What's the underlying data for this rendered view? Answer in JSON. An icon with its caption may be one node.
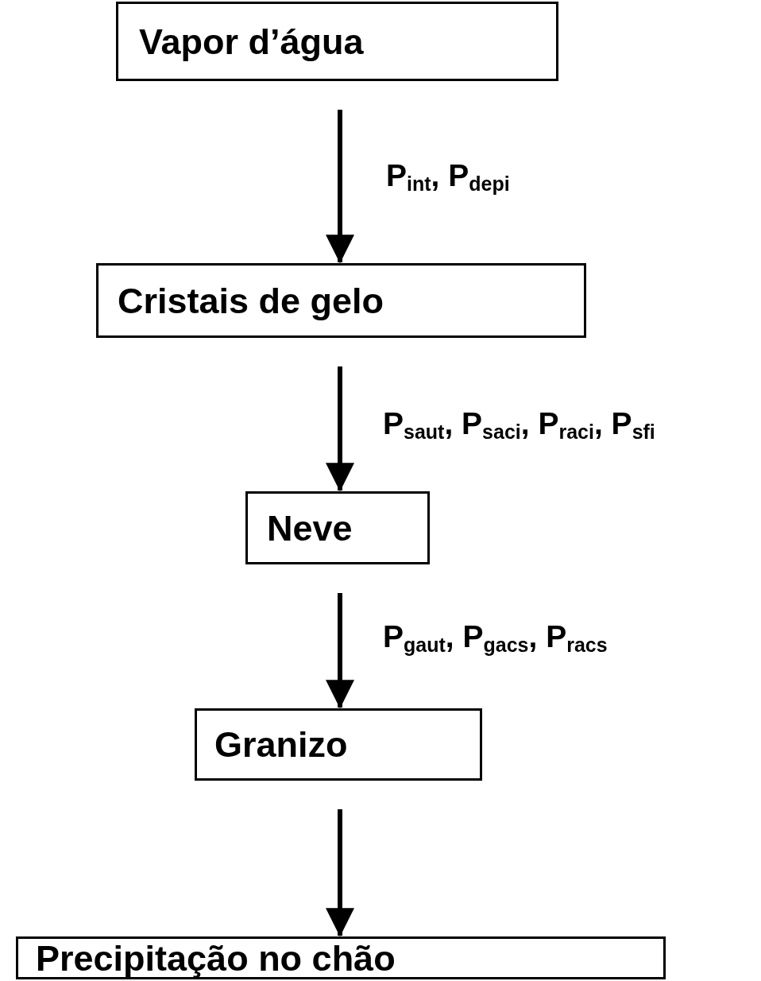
{
  "diagram": {
    "nodes": [
      {
        "text": [
          "Vapor d’água"
        ]
      },
      {
        "text": [
          "Cristais de gelo"
        ]
      },
      {
        "text": [
          "Neve"
        ]
      },
      {
        "text": [
          "Granizo"
        ]
      },
      {
        "text": [
          "Precipitação no chão"
        ]
      }
    ],
    "edges": [
      {
        "from": 0,
        "to": 1,
        "arrow": "to",
        "label": "P$_{int}$, P$_{depi}$"
      },
      {
        "from": 1,
        "to": 2,
        "arrow": "to",
        "label": "P$_{saut}$, P$_{saci}$, P$_{raci}$, P$_{sfi}$"
      },
      {
        "from": 2,
        "to": 3,
        "arrow": "to",
        "label": "P$_{gaut}$, P$_{gacs}$, P$_{racs}$"
      },
      {
        "from": 3,
        "to": 4,
        "arrow": "to"
      }
    ]
  }
}
